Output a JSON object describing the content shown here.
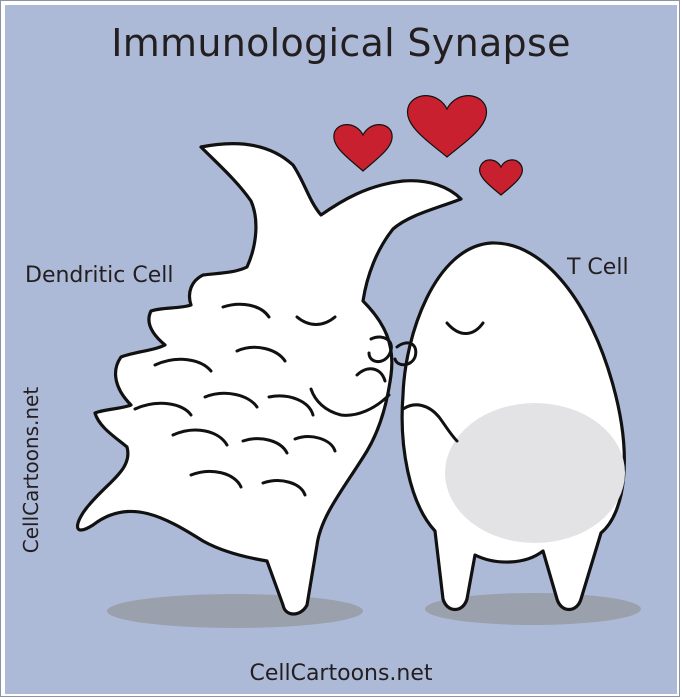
{
  "title": "Immunological Synapse",
  "labels": {
    "dendritic_cell": "Dendritic Cell",
    "t_cell": "T Cell"
  },
  "watermark": {
    "side": "CellCartoons.net",
    "bottom": "CellCartoons.net"
  },
  "colors": {
    "background": "#adbad7",
    "cell_fill": "#ffffff",
    "outline": "#111111",
    "heart": "#c8202e",
    "shadow": "#9aa1ad",
    "nucleus": "#e3e3e5"
  },
  "icons": [
    "heart-icon",
    "heart-icon",
    "heart-icon"
  ]
}
